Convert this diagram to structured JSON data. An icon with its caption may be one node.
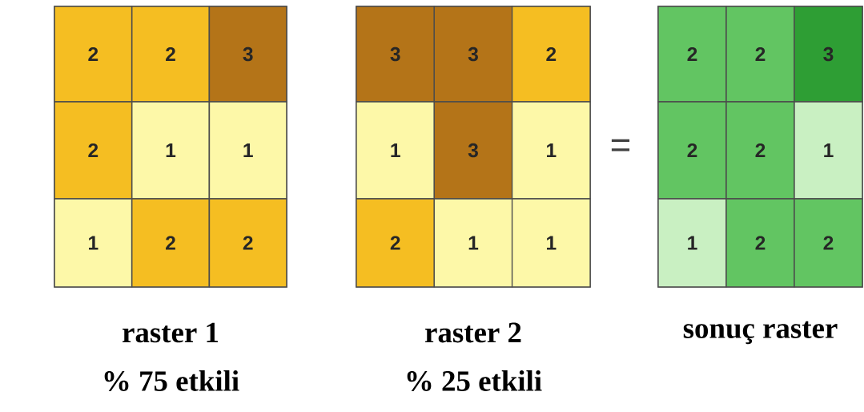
{
  "diagram": {
    "nodes": [
      {
        "text": [
          "raster 1",
          "% 75 etkili"
        ]
      },
      {
        "text": [
          "2"
        ],
        "in": 0
      },
      {
        "text": [
          "2"
        ],
        "in": 0
      },
      {
        "text": [
          "3"
        ],
        "in": 0
      },
      {
        "text": [
          "2"
        ],
        "in": 0
      },
      {
        "text": [
          "1"
        ],
        "in": 0
      },
      {
        "text": [
          "1"
        ],
        "in": 0
      },
      {
        "text": [
          "1"
        ],
        "in": 0
      },
      {
        "text": [
          "2"
        ],
        "in": 0
      },
      {
        "text": [
          "2"
        ],
        "in": 0
      },
      {
        "text": [
          "raster 2",
          "% 25 etkili"
        ]
      },
      {
        "text": [
          "3"
        ],
        "in": 10
      },
      {
        "text": [
          "3"
        ],
        "in": 10
      },
      {
        "text": [
          "2"
        ],
        "in": 10
      },
      {
        "text": [
          "1"
        ],
        "in": 10
      },
      {
        "text": [
          "3"
        ],
        "in": 10
      },
      {
        "text": [
          "1"
        ],
        "in": 10
      },
      {
        "text": [
          "2"
        ],
        "in": 10
      },
      {
        "text": [
          "1"
        ],
        "in": 10
      },
      {
        "text": [
          "1"
        ],
        "in": 10
      },
      {
        "text": [
          "sonuç raster"
        ]
      },
      {
        "text": [
          "2"
        ],
        "in": 20
      },
      {
        "text": [
          "2"
        ],
        "in": 20
      },
      {
        "text": [
          "3"
        ],
        "in": 20
      },
      {
        "text": [
          "2"
        ],
        "in": 20
      },
      {
        "text": [
          "2"
        ],
        "in": 20
      },
      {
        "text": [
          "1"
        ],
        "in": 20
      },
      {
        "text": [
          "1"
        ],
        "in": 20
      },
      {
        "text": [
          "2"
        ],
        "in": 20
      },
      {
        "text": [
          "2"
        ],
        "in": 20
      }
    ],
    "labels": [
      "="
    ]
  }
}
